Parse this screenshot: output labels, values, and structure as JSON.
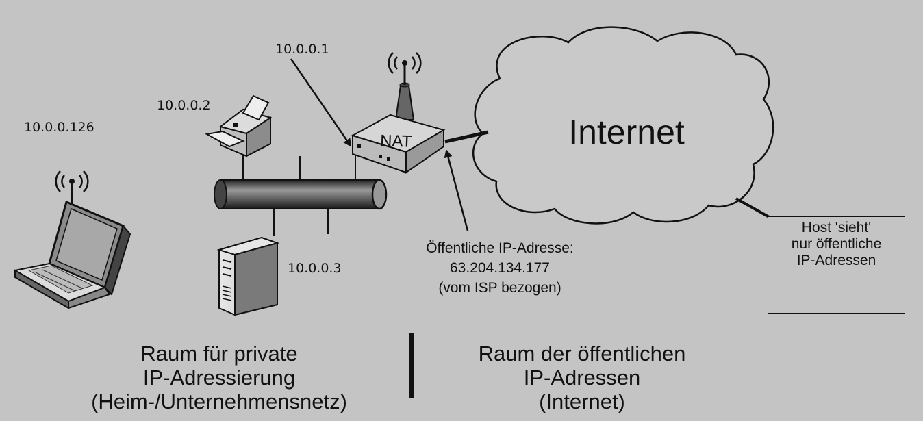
{
  "labels": {
    "ip_router": "10.0.0.1",
    "ip_printer": "10.0.0.2",
    "ip_laptop": "10.0.0.126",
    "ip_server": "10.0.0.3",
    "nat": "NAT",
    "internet": "Internet"
  },
  "public_ip": {
    "line1": "Öffentliche IP-Adresse:",
    "line2": "63.204.134.177",
    "line3": "(vom ISP bezogen)"
  },
  "host_note": {
    "line1": "Host 'sieht'",
    "line2": "nur öffentliche",
    "line3": "IP-Adressen"
  },
  "zones": {
    "private": [
      "Raum für private",
      "IP-Adressierung",
      "(Heim-/Unternehmensnetz)"
    ],
    "public": [
      "Raum der öffentlichen",
      "IP-Adressen",
      "(Internet)"
    ]
  }
}
